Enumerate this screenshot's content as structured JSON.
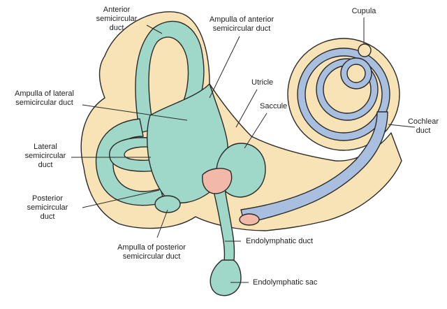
{
  "labels": {
    "anterior_duct": [
      "Anterior",
      "semicircular",
      "duct"
    ],
    "ampulla_anterior": [
      "Ampulla of anterior",
      "semicircular duct"
    ],
    "cupula": [
      "Cupula"
    ],
    "ampulla_lateral": [
      "Ampulla of lateral",
      "semicircular duct"
    ],
    "utricle": [
      "Utricle"
    ],
    "saccule": [
      "Saccule"
    ],
    "cochlear_duct": [
      "Cochlear",
      "duct"
    ],
    "lateral_duct": [
      "Lateral",
      "semicircular",
      "duct"
    ],
    "posterior_duct": [
      "Posterior",
      "semicircular",
      "duct"
    ],
    "endolymphatic_duct": [
      "Endolymphatic duct"
    ],
    "ampulla_posterior": [
      "Ampulla of posterior",
      "semicircular duct"
    ],
    "endolymphatic_sac": [
      "Endolymphatic sac"
    ]
  },
  "colors": {
    "bony_labyrinth": "#f7e3b6",
    "endolymph_teal": "#9fd8c8",
    "cochlear_blue": "#a9bfe0",
    "macula_pink": "#f2b8a8",
    "outline": "#2a2a2a"
  }
}
